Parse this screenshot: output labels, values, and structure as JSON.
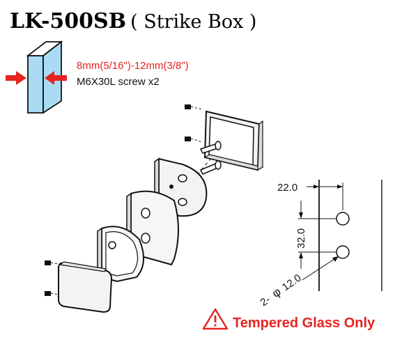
{
  "title": {
    "model": "LK-500SB",
    "subtitle": "( Strike Box )"
  },
  "spec": {
    "glass_thickness": "8mm(5/16\")-12mm(3/8\")",
    "screws": "M6X30L screw x2"
  },
  "dimensions": {
    "top_offset": "22.0",
    "hole_spacing": "32.0",
    "hole_note_prefix": "2-",
    "hole_symbol": "φ",
    "hole_diameter": "12.0"
  },
  "warning": {
    "text": "Tempered Glass Only",
    "icon": "warning-triangle-icon"
  },
  "colors": {
    "glass_blue": "#a9dcf4",
    "arrow_red": "#e52421",
    "line": "#111111",
    "part_fill": "#f3f3f3"
  }
}
